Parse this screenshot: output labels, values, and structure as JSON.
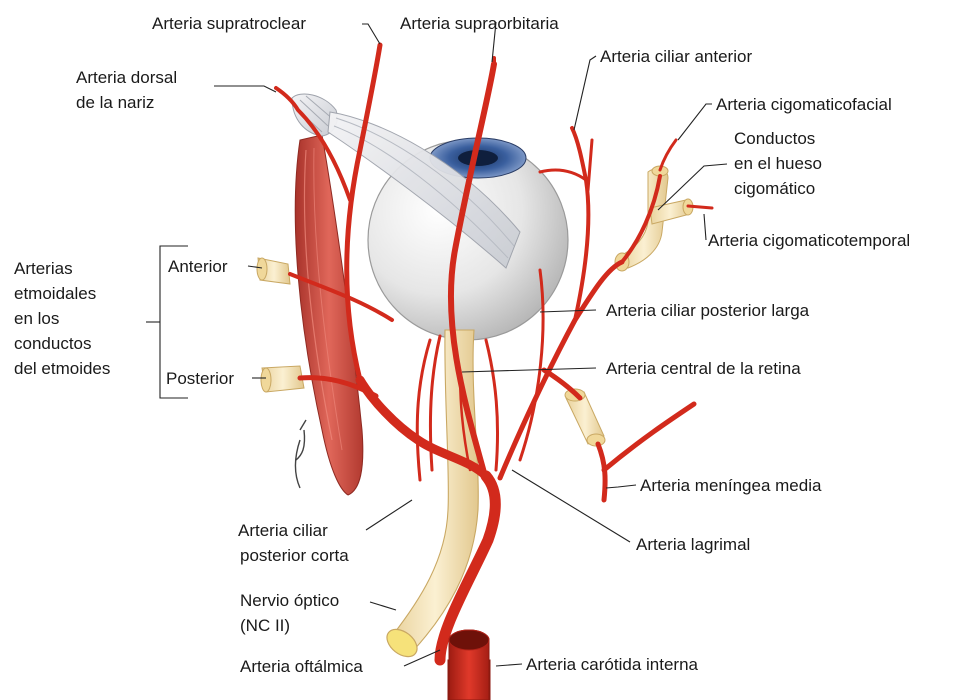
{
  "labels": {
    "supratroclear": "Arteria supratroclear",
    "supraorbitaria": "Arteria supraorbitaria",
    "dorsal_nariz_1": "Arteria dorsal",
    "dorsal_nariz_2": "de la nariz",
    "ciliar_anterior": "Arteria ciliar anterior",
    "cigomaticofacial": "Arteria cigomaticofacial",
    "conductos_1": "Conductos",
    "conductos_2": "en el hueso",
    "conductos_3": "cigomático",
    "cigomaticotemporal": "Arteria cigomaticotemporal",
    "etmoidales_1": "Arterias",
    "etmoidales_2": "etmoidales",
    "etmoidales_3": "en los",
    "etmoidales_4": "conductos",
    "etmoidales_5": "del etmoides",
    "anterior": "Anterior",
    "posterior": "Posterior",
    "ciliar_posterior_larga": "Arteria ciliar posterior larga",
    "central_retina": "Arteria central de la retina",
    "meningea_media": "Arteria meníngea media",
    "ciliar_posterior_corta_1": "Arteria ciliar",
    "ciliar_posterior_corta_2": "posterior corta",
    "lagrimal": "Arteria lagrimal",
    "nervio_optico_1": "Nervio óptico",
    "nervio_optico_2": "(NC II)",
    "oftalmica": "Arteria oftálmica",
    "carotida_interna": "Arteria carótida interna"
  },
  "colors": {
    "artery": "#d22a1c",
    "nerve": "#f2e2bb",
    "muscle": "#c9433a",
    "eyeball": "#e4e4e4",
    "iris": "#3a5f9e"
  }
}
